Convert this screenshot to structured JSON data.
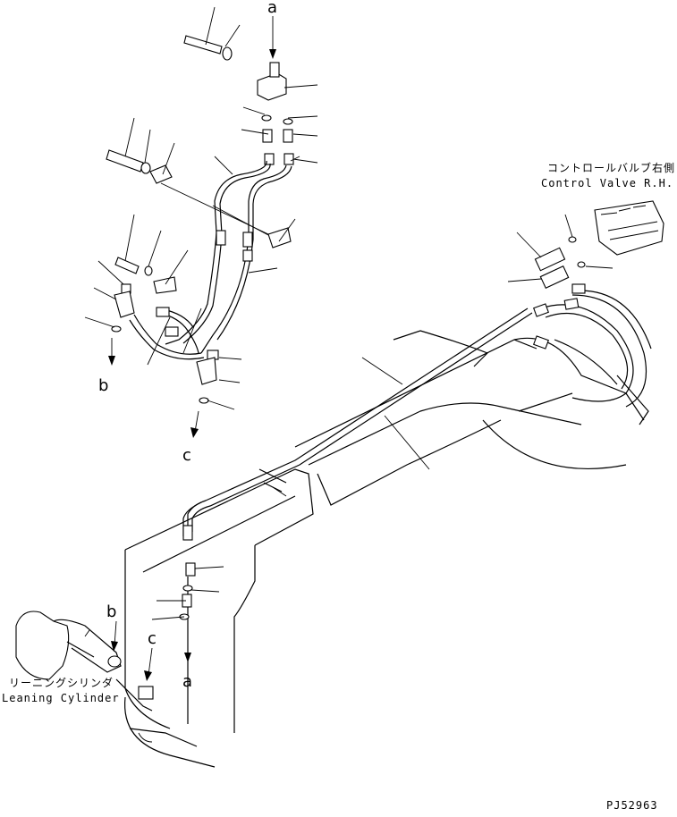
{
  "refs": {
    "a_top": "a",
    "a_bottom": "a",
    "b_left": "b",
    "b_bottom": "b",
    "c_left": "c",
    "c_bottom": "c"
  },
  "labels": {
    "control_valve_jp": "コントロールバルブ右側",
    "control_valve_en": "Control Valve R.H.",
    "leaning_cylinder_jp": "リーニングシリンダ",
    "leaning_cylinder_en": "Leaning Cylinder"
  },
  "drawing_number": "PJ52963"
}
